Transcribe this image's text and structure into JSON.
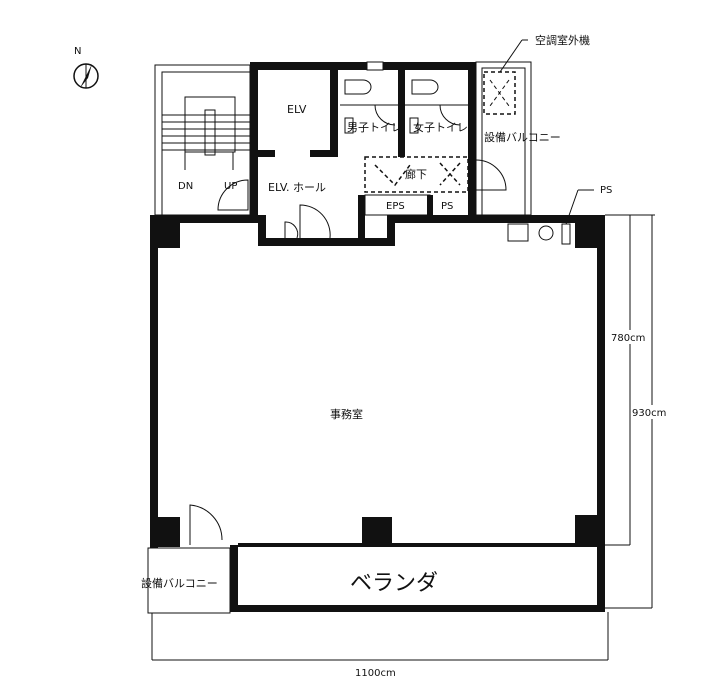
{
  "compass": {
    "label": "N"
  },
  "rooms": {
    "elv": "ELV",
    "elv_hall": "ELV. ホール",
    "mens_toilet": "男子トイレ",
    "womens_toilet": "女子トイレ",
    "corridor": "廊下",
    "eps": "EPS",
    "ps_core": "PS",
    "equipment_balcony_top": "設備バルコニー",
    "equipment_balcony_bottom": "設備バルコニー",
    "office": "事務室",
    "veranda": "ベランダ",
    "stair_down": "DN",
    "stair_up": "UP"
  },
  "callouts": {
    "ac_outdoor_unit": "空調室外機",
    "ps_kitchen": "PS"
  },
  "dimensions": {
    "depth_office": "780cm",
    "depth_total": "930cm",
    "width_total": "1100cm"
  },
  "colors": {
    "ink": "#111111",
    "paper": "#ffffff"
  }
}
